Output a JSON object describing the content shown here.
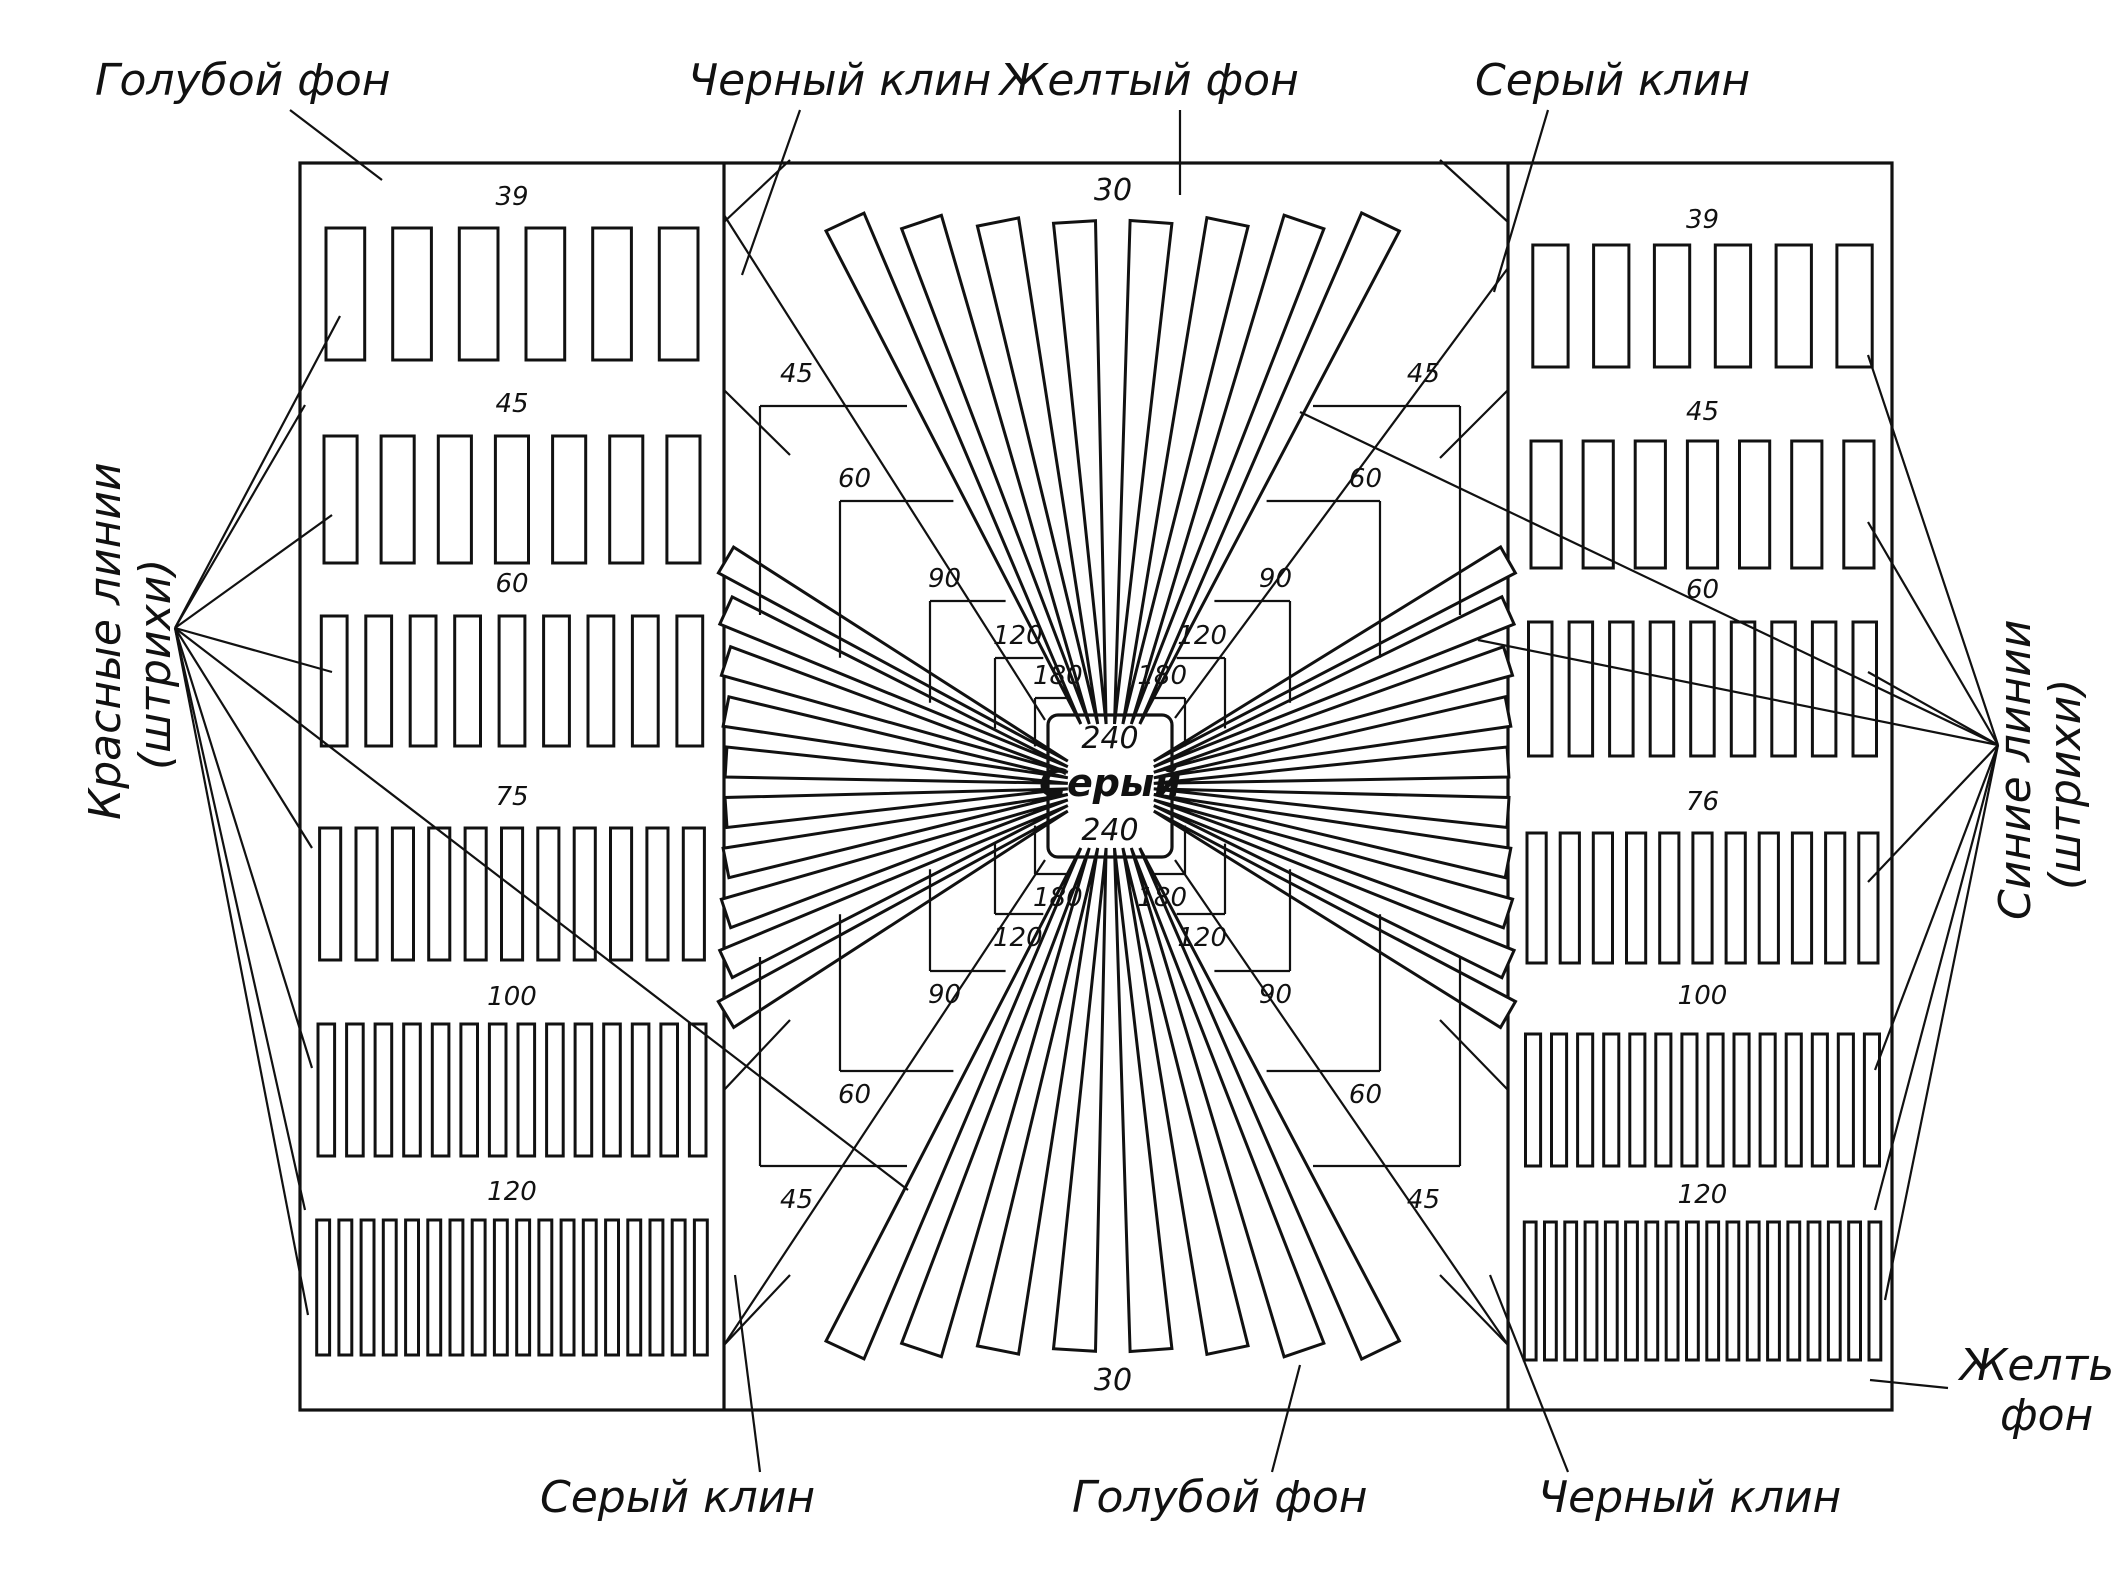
{
  "labels": {
    "top_left": "Голубой фон",
    "top_black_wedge": "Черный клин",
    "top_yellow_bg": "Желтый фон",
    "top_gray_wedge": "Серый клин",
    "left_red_1": "Красные линии",
    "left_red_2": "(штрихи)",
    "right_blue_1": "Синие линии",
    "right_blue_2": "(штрихи)",
    "bottom_gray_wedge": "Серый клин",
    "bottom_blue_bg": "Голубой фон",
    "bottom_black_wedge": "Черный клин",
    "bottom_right_yellow_1": "Желть",
    "bottom_right_yellow_2": "фон"
  },
  "center": {
    "top": "240",
    "word": "Серый",
    "bottom": "240"
  },
  "center_values": {
    "top": "30",
    "bottom": "30"
  },
  "left_groups": [
    {
      "label": "39",
      "count": 6
    },
    {
      "label": "45",
      "count": 7
    },
    {
      "label": "60",
      "count": 9
    },
    {
      "label": "75",
      "count": 11
    },
    {
      "label": "100",
      "count": 14
    },
    {
      "label": "120",
      "count": 18
    }
  ],
  "right_groups": [
    {
      "label": "39",
      "count": 6
    },
    {
      "label": "45",
      "count": 7
    },
    {
      "label": "60",
      "count": 9
    },
    {
      "label": "76",
      "count": 11
    },
    {
      "label": "100",
      "count": 14
    },
    {
      "label": "120",
      "count": 18
    }
  ],
  "wedge_marks": {
    "tl": [
      "45",
      "60",
      "90",
      "120",
      "180"
    ],
    "tr": [
      "45",
      "60",
      "90",
      "120",
      "180"
    ],
    "bl": [
      "45",
      "60",
      "90",
      "120",
      "180"
    ],
    "br": [
      "45",
      "60",
      "90",
      "120",
      "180"
    ]
  }
}
